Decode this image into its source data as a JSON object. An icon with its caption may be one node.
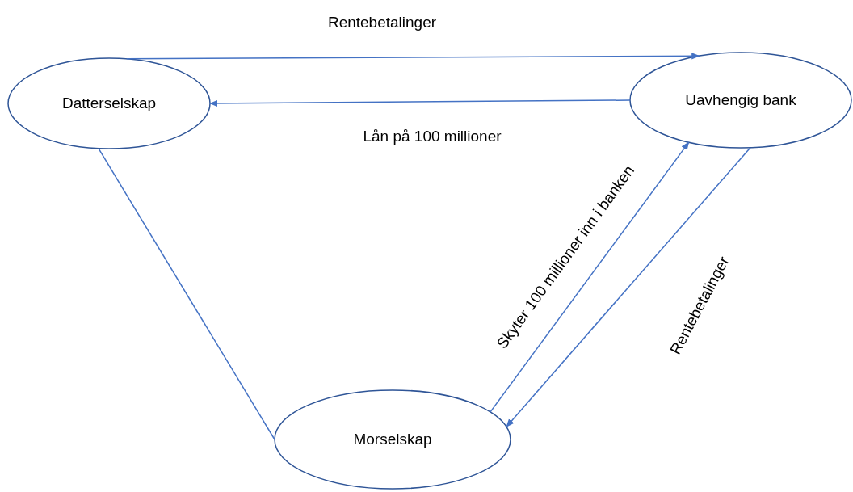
{
  "diagram": {
    "nodes": [
      {
        "text": [
          "Datterselskap"
        ]
      },
      {
        "text": [
          "Uavhengig bank"
        ]
      },
      {
        "text": [
          "Morselskap"
        ]
      }
    ],
    "edges": [
      {
        "from": 0,
        "to": 1,
        "arrow": "to",
        "label": "Rentebetalinger"
      },
      {
        "from": 1,
        "to": 0,
        "arrow": "to",
        "label": "Lån på 100 millioner"
      },
      {
        "from": 2,
        "to": 1,
        "arrow": "to",
        "label": "Skyter 100 millioner inn i banken"
      },
      {
        "from": 1,
        "to": 2,
        "arrow": "to",
        "label": "Rentebetalinger"
      },
      {
        "from": 0,
        "to": 2,
        "arrow": "none"
      }
    ]
  }
}
